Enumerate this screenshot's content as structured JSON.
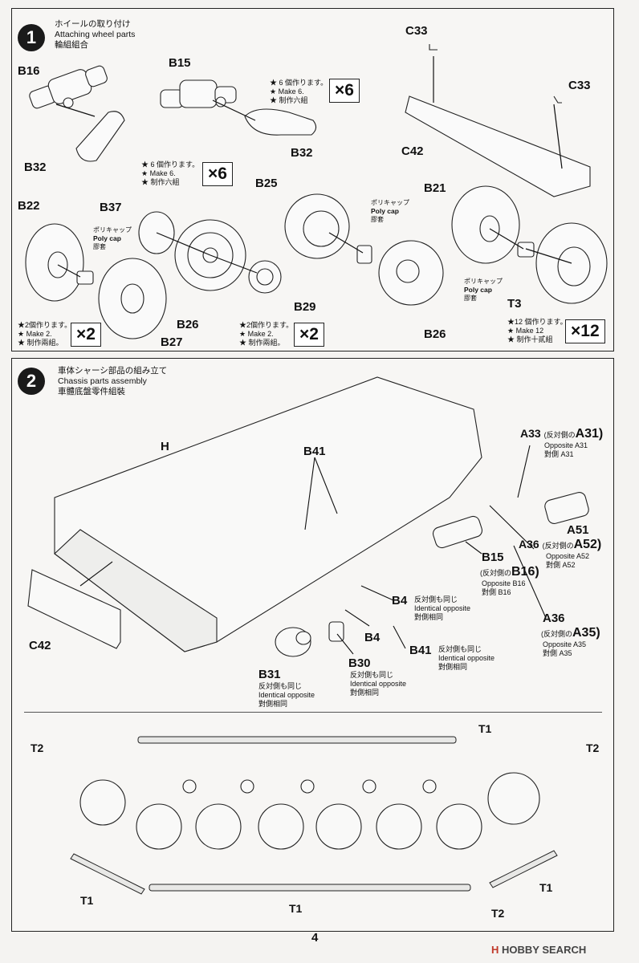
{
  "step1": {
    "number": "1",
    "title_jp": "ホイールの取り付け",
    "title_en": "Attaching wheel parts",
    "title_cn": "輪組組合",
    "labels": {
      "b16": "B16",
      "b15": "B15",
      "b32a": "B32",
      "b32b": "B32",
      "c33a": "C33",
      "c33b": "C33",
      "c42": "C42",
      "b22": "B22",
      "b37": "B37",
      "b25": "B25",
      "b21": "B21",
      "b26a": "B26",
      "b27": "B27",
      "b29": "B29",
      "b26b": "B26",
      "t3": "T3"
    },
    "notes": {
      "n6a": [
        "★ 6 個作ります。",
        "★ Make 6.",
        "★ 制作六組"
      ],
      "n6b": [
        "★ 6 個作ります。",
        "★ Make 6.",
        "★ 制作六組"
      ],
      "n2a": [
        "★2個作ります。",
        "★ Make 2.",
        "★ 制作兩組。"
      ],
      "n2b": [
        "★2個作ります。",
        "★ Make 2.",
        "★ 制作兩組。"
      ],
      "n12": [
        "★12 個作ります。",
        "★ Make 12",
        "★ 制作十貳組"
      ]
    },
    "multipliers": {
      "m6a": "×6",
      "m6b": "×6",
      "m2a": "×2",
      "m2b": "×2",
      "m12": "×12"
    },
    "polycap": [
      "ポリキャップ",
      "Poly cap",
      "膠套"
    ]
  },
  "step2": {
    "number": "2",
    "title_jp": "車体シャーシ部品の組み立て",
    "title_en": "Chassis parts assembly",
    "title_cn": "車體底盤零件組裝",
    "labels": {
      "h": "H",
      "b41a": "B41",
      "a33": "A33",
      "a33_sub": "(反対側の",
      "a31": "A31)",
      "a33_opp": "Opposite A31",
      "a33_cn": "對側 A31",
      "a51": "A51",
      "a36a": "A36",
      "a52_pre": "(反対側の",
      "a52": "A52)",
      "a52_opp": "Opposite A52",
      "a52_cn": "對側 A52",
      "b15": "B15",
      "b16_pre": "(反対側の",
      "b16": "B16)",
      "b16_opp": "Opposite B16",
      "b16_cn": "對側 B16",
      "a36b": "A36",
      "a35_pre": "(反対側の",
      "a35": "A35)",
      "a35_opp": "Opposite A35",
      "a35_cn": "對側 A35",
      "b4a": "B4",
      "b4b": "B4",
      "b41b": "B41",
      "b30": "B30",
      "b31": "B31",
      "c42": "C42"
    },
    "same": [
      "反対側も同じ",
      "Identical opposite",
      "對側相同"
    ],
    "bottom": {
      "t1a": "T1",
      "t1b": "T1",
      "t1c": "T1",
      "t1d": "T1",
      "t2a": "T2",
      "t2b": "T2",
      "t2c": "T2"
    }
  },
  "page_number": "4",
  "watermark": {
    "brand": "H",
    "text": "HOBBY SEARCH"
  }
}
